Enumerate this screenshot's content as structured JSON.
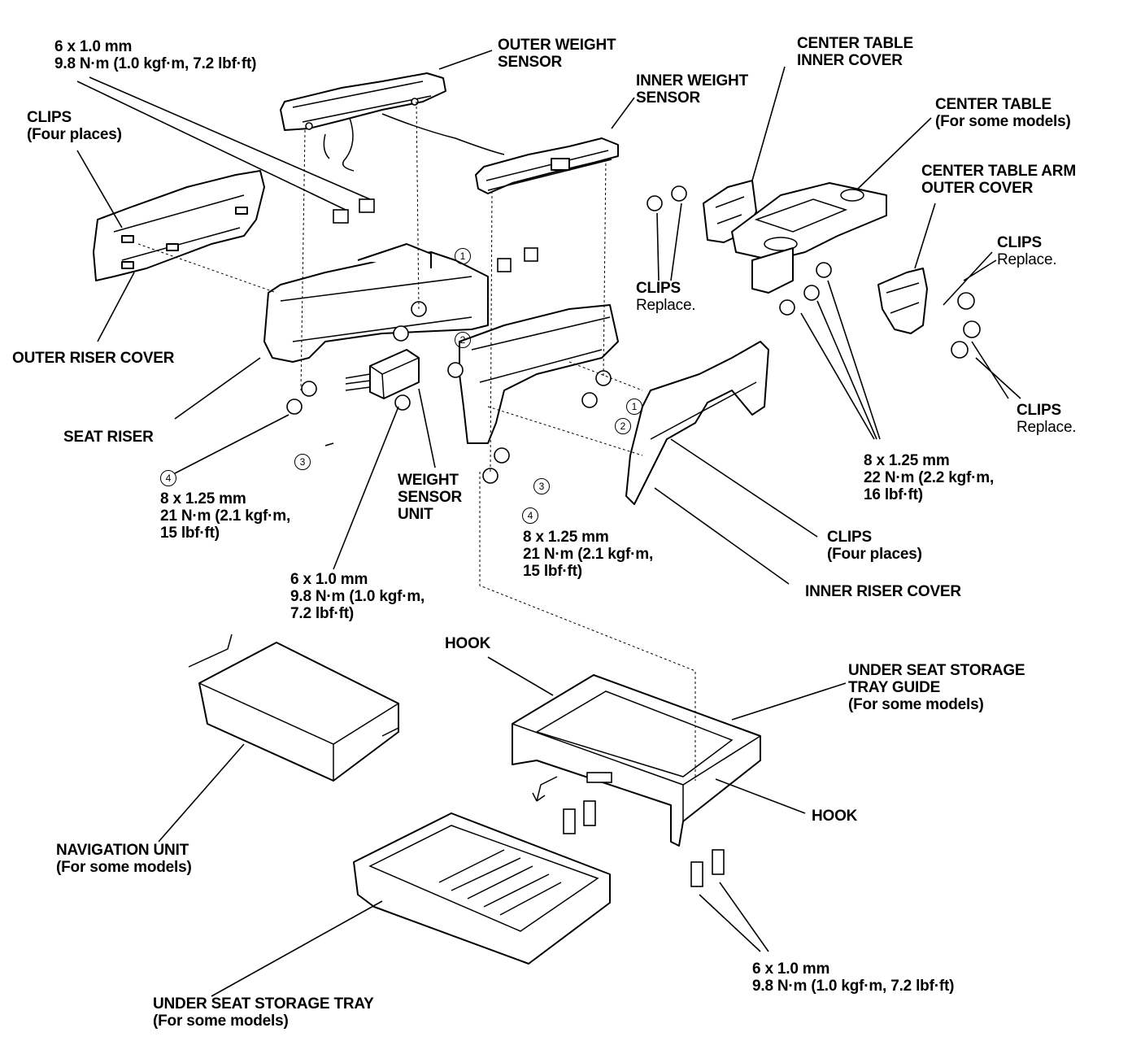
{
  "labels": {
    "bolt_top": {
      "l1": "6 x 1.0 mm",
      "l2": "9.8 N·m (1.0 kgf·m, 7.2 lbf·ft)"
    },
    "outer_weight_sensor": {
      "l1": "OUTER WEIGHT",
      "l2": "SENSOR"
    },
    "inner_weight_sensor": {
      "l1": "INNER WEIGHT",
      "l2": "SENSOR"
    },
    "center_table_inner_cover": {
      "l1": "CENTER TABLE",
      "l2": "INNER COVER"
    },
    "center_table": {
      "l1": "CENTER TABLE",
      "l2": "(For some models)"
    },
    "center_table_arm_outer_cover": {
      "l1": "CENTER TABLE ARM",
      "l2": "OUTER COVER"
    },
    "clips_four_left": {
      "l1": "CLIPS",
      "l2": "(Four places)"
    },
    "clips_replace_1": {
      "l1": "CLIPS",
      "l2": "Replace."
    },
    "clips_replace_2": {
      "l1": "CLIPS",
      "l2": "Replace."
    },
    "clips_replace_3": {
      "l1": "CLIPS",
      "l2": "Replace."
    },
    "outer_riser_cover": "OUTER RISER COVER",
    "seat_riser": "SEAT RISER",
    "weight_sensor_unit": {
      "l1": "WEIGHT",
      "l2": "SENSOR",
      "l3": "UNIT"
    },
    "bolt_left_8": {
      "l1": "8 x 1.25 mm",
      "l2": "21 N·m (2.1 kgf·m,",
      "l3": "15 lbf·ft)"
    },
    "bolt_mid_8": {
      "l1": "8 x 1.25 mm",
      "l2": "21 N·m (2.1 kgf·m,",
      "l3": "15 lbf·ft)"
    },
    "bolt_right_8": {
      "l1": "8 x 1.25 mm",
      "l2": "22 N·m (2.2 kgf·m,",
      "l3": "16 lbf·ft)"
    },
    "bolt_mid_6": {
      "l1": "6 x 1.0 mm",
      "l2": "9.8 N·m (1.0 kgf·m,",
      "l3": "7.2 lbf·ft)"
    },
    "clips_four_right": {
      "l1": "CLIPS",
      "l2": "(Four places)"
    },
    "inner_riser_cover": "INNER RISER COVER",
    "hook_top": "HOOK",
    "hook_right": "HOOK",
    "tray_guide": {
      "l1": "UNDER SEAT STORAGE",
      "l2": "TRAY GUIDE",
      "l3": "(For some models)"
    },
    "navigation_unit": {
      "l1": "NAVIGATION UNIT",
      "l2": "(For some models)"
    },
    "bolt_bottom": {
      "l1": "6 x 1.0 mm",
      "l2": "9.8 N·m (1.0 kgf·m, 7.2 lbf·ft)"
    },
    "storage_tray": {
      "l1": "UNDER SEAT STORAGE TRAY",
      "l2": "(For some models)"
    }
  },
  "callouts": {
    "c1": "1",
    "c2": "2",
    "c3": "3",
    "c4": "4"
  }
}
